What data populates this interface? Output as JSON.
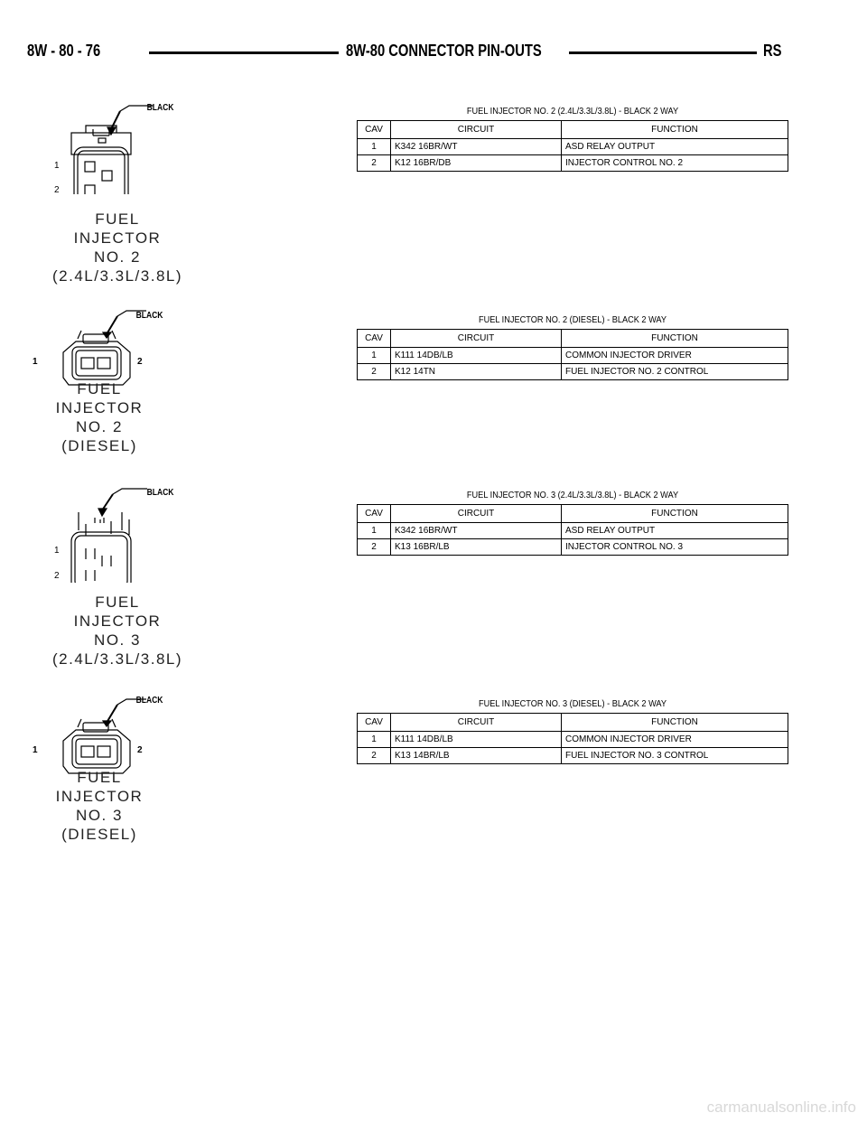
{
  "header": {
    "page_number": "8W - 80 - 76",
    "title": "8W-80 CONNECTOR PIN-OUTS",
    "model": "RS"
  },
  "columns": {
    "cav": "CAV",
    "circuit": "CIRCUIT",
    "function": "FUNCTION"
  },
  "connectors": [
    {
      "title": "FUEL INJECTOR NO. 2 (2.4L/3.3L/3.8L) - BLACK 2 WAY",
      "color_label": "BLACK",
      "label": [
        "FUEL",
        "INJECTOR",
        "NO. 2",
        "(2.4L/3.3L/3.8L)"
      ],
      "pins": [
        "1",
        "2"
      ],
      "rows": [
        {
          "cav": "1",
          "circuit": "K342 16BR/WT",
          "function": "ASD RELAY OUTPUT"
        },
        {
          "cav": "2",
          "circuit": "K12 16BR/DB",
          "function": "INJECTOR CONTROL NO. 2"
        }
      ]
    },
    {
      "title": "FUEL INJECTOR NO. 2 (DIESEL) - BLACK 2 WAY",
      "color_label": "BLACK",
      "label": [
        "FUEL",
        "INJECTOR",
        "NO. 2",
        "(DIESEL)"
      ],
      "pins": [
        "1",
        "2"
      ],
      "rows": [
        {
          "cav": "1",
          "circuit": "K111 14DB/LB",
          "function": "COMMON INJECTOR DRIVER"
        },
        {
          "cav": "2",
          "circuit": "K12 14TN",
          "function": "FUEL INJECTOR NO. 2 CONTROL"
        }
      ]
    },
    {
      "title": "FUEL INJECTOR NO. 3 (2.4L/3.3L/3.8L) - BLACK 2 WAY",
      "color_label": "BLACK",
      "label": [
        "FUEL",
        "INJECTOR",
        "NO. 3",
        "(2.4L/3.3L/3.8L)"
      ],
      "pins": [
        "1",
        "2"
      ],
      "rows": [
        {
          "cav": "1",
          "circuit": "K342 16BR/WT",
          "function": "ASD RELAY OUTPUT"
        },
        {
          "cav": "2",
          "circuit": "K13 16BR/LB",
          "function": "INJECTOR CONTROL NO. 3"
        }
      ]
    },
    {
      "title": "FUEL INJECTOR NO. 3 (DIESEL) - BLACK 2 WAY",
      "color_label": "BLACK",
      "label": [
        "FUEL",
        "INJECTOR",
        "NO. 3",
        "(DIESEL)"
      ],
      "pins": [
        "1",
        "2"
      ],
      "rows": [
        {
          "cav": "1",
          "circuit": "K111 14DB/LB",
          "function": "COMMON INJECTOR DRIVER"
        },
        {
          "cav": "2",
          "circuit": "K13 14BR/LB",
          "function": "FUEL INJECTOR NO. 3 CONTROL"
        }
      ]
    }
  ],
  "watermark": "carmanualsonline.info"
}
